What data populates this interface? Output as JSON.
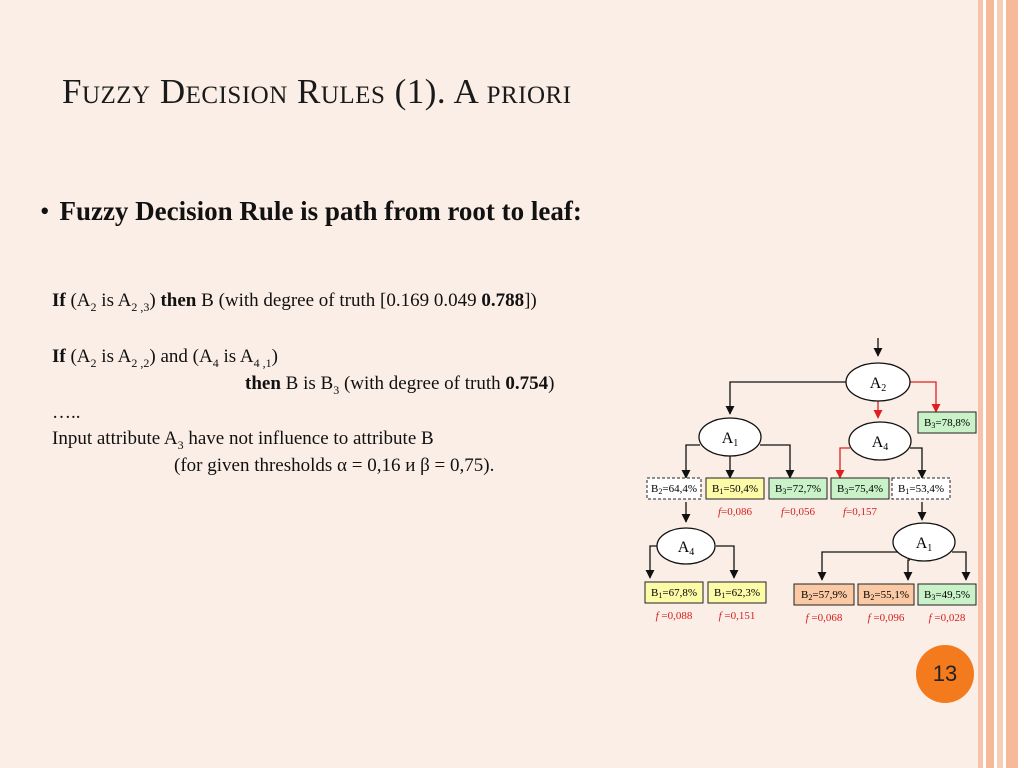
{
  "title": "Fuzzy Decision Rules (1). A priori",
  "bullet": "Fuzzy Decision Rule is path from root to leaf:",
  "rule1": {
    "if": "If",
    "p1": " (A",
    "s1": "2",
    "p2": " is A",
    "s2": "2 ,3",
    "p3": ") ",
    "then": "then",
    "p4": " B  (with degree of truth [0.169  0.049  ",
    "val": "0.788",
    "p5": "])"
  },
  "rule2": {
    "if": "If",
    "p1": " (A",
    "s1": "2",
    "p2": " is A",
    "s2": "2 ,2",
    "p3": ") and  (A",
    "s3": "4",
    "p4": " is A",
    "s4": "4 ,1",
    "p5": ")",
    "then": "then",
    "p6": " B is B",
    "s5": "3",
    "p7": " (with degree of truth ",
    "val": "0.754",
    "p8": ")"
  },
  "ellipsis": "…..",
  "note": {
    "p1": "Input attribute A",
    "s1": "3",
    "p2": " have not influence to attribute B",
    "line2": "(for given thresholds α = 0,16 и β = 0,75)."
  },
  "tree": {
    "nodes": {
      "root": {
        "label": "A",
        "sub": "2"
      },
      "left": {
        "label": "A",
        "sub": "1"
      },
      "right": {
        "label": "A",
        "sub": "4"
      },
      "leftleft": {
        "label": "A",
        "sub": "4"
      },
      "rightright": {
        "label": "A",
        "sub": "1"
      }
    },
    "leaves": [
      {
        "id": "leaf-b3-78",
        "text": "B3=78,8%",
        "main": "B",
        "sub": "3",
        "rest": "=78,8%",
        "fill": "#c9f2c9",
        "dashed": false,
        "f": ""
      },
      {
        "id": "leaf-b2-64",
        "text": "B2=64,4%",
        "main": "B",
        "sub": "2",
        "rest": "=64,4%",
        "fill": "#ffffff",
        "dashed": true,
        "f": ""
      },
      {
        "id": "leaf-b1-50",
        "text": "B1=50,4%",
        "main": "B",
        "sub": "1",
        "rest": "=50,4%",
        "fill": "#fdfba8",
        "dashed": false,
        "f": "=0,086"
      },
      {
        "id": "leaf-b3-72",
        "text": "B3=72,7%",
        "main": "B",
        "sub": "3",
        "rest": "=72,7%",
        "fill": "#c9f2c9",
        "dashed": false,
        "f": "=0,056"
      },
      {
        "id": "leaf-b3-75",
        "text": "B3=75,4%",
        "main": "B",
        "sub": "3",
        "rest": "=75,4%",
        "fill": "#c9f2c9",
        "dashed": false,
        "f": "=0,157"
      },
      {
        "id": "leaf-b1-53",
        "text": "B1=53,4%",
        "main": "B",
        "sub": "1",
        "rest": "=53,4%",
        "fill": "#ffffff",
        "dashed": true,
        "f": ""
      },
      {
        "id": "leaf-b1-67",
        "text": "B1=67,8%",
        "main": "B",
        "sub": "1",
        "rest": "=67,8%",
        "fill": "#fdfba8",
        "dashed": false,
        "f": " =0,088"
      },
      {
        "id": "leaf-b1-62",
        "text": "B1=62,3%",
        "main": "B",
        "sub": "1",
        "rest": "=62,3%",
        "fill": "#fdfba8",
        "dashed": false,
        "f": " =0,151"
      },
      {
        "id": "leaf-b2-57",
        "text": "B2=57,9%",
        "main": "B",
        "sub": "2",
        "rest": "=57,9%",
        "fill": "#fbc9a4",
        "dashed": false,
        "f": " =0,068"
      },
      {
        "id": "leaf-b2-55",
        "text": "B2=55,1%",
        "main": "B",
        "sub": "2",
        "rest": "=55,1%",
        "fill": "#fbc9a4",
        "dashed": false,
        "f": " =0,096"
      },
      {
        "id": "leaf-b3-49",
        "text": "B3=49,5%",
        "main": "B",
        "sub": "3",
        "rest": "=49,5%",
        "fill": "#c9f2c9",
        "dashed": false,
        "f": " =0,028"
      }
    ],
    "f_label": "f"
  },
  "page_number": "13",
  "colors": {
    "accent": "#f47a1e",
    "background": "#fbeee6",
    "stripe": "#f6b99a",
    "highlight_path": "#e02020",
    "f_text": "#d42020"
  }
}
